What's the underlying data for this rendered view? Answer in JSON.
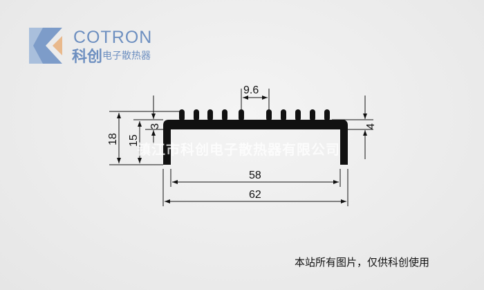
{
  "logo": {
    "brand": "COTRON",
    "brand_cn": "科创",
    "subtitle": "电子散热器",
    "colors": {
      "blue": "#6d8fc0",
      "orange": "#e9b98c"
    }
  },
  "dimensions": {
    "fin_pitch": "9.6",
    "fin_height": "3",
    "base_thickness": "4",
    "total_height": "18",
    "leg_height": "15",
    "inner_width": "58",
    "outer_width": "62"
  },
  "watermark": "镇江市科创电子散热器有限公司",
  "footer_note": "本站所有图片，仅供科创使用"
}
